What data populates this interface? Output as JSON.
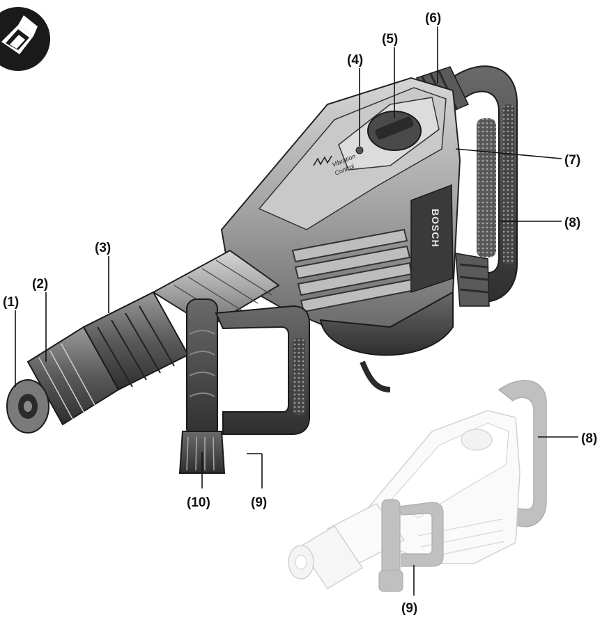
{
  "labels": {
    "l1": "(1)",
    "l2": "(2)",
    "l3": "(3)",
    "l4": "(4)",
    "l5": "(5)",
    "l6": "(6)",
    "l7": "(7)",
    "l8": "(8)",
    "l9": "(9)",
    "l10": "(10)",
    "l8b": "(8)",
    "l9b": "(9)"
  },
  "tool": {
    "brand": "BOSCH",
    "vibration_line1": "Vibration",
    "vibration_line2": "Control"
  },
  "colors": {
    "body_light": "#b9b9b9",
    "body_mid": "#8a8a8a",
    "body_dark": "#3c3c3c",
    "rubber": "#555555",
    "highlight_ghost": "#bdbdbd",
    "ghost_outline": "#cfcfcf"
  },
  "icons": [
    "book-icon"
  ]
}
